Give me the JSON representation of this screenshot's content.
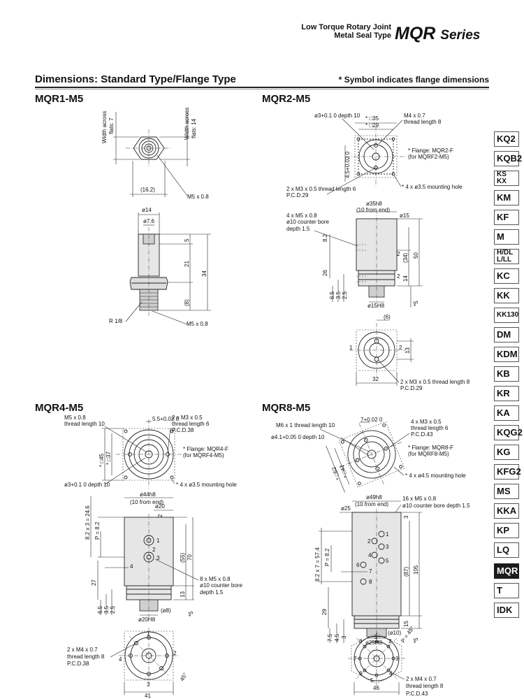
{
  "header": {
    "subtitle_line1": "Low Torque Rotary Joint",
    "subtitle_line2": "Metal Seal Type",
    "series_code": "MQR",
    "series_word": "Series"
  },
  "section": {
    "title": "Dimensions: Standard Type/Flange Type",
    "note": "* Symbol indicates flange dimensions"
  },
  "models": {
    "mqr1": {
      "title": "MQR1-M5",
      "width_across_left": "Width across",
      "flats_left": "flats: 7",
      "width_across_right": "Width across",
      "flats_right": "flats: 14",
      "dim_162": "(16.2)",
      "port_m5_top": "M5 x 0.8",
      "dim_14": "ø14",
      "dim_76": "ø7.6",
      "dim_5": "5",
      "dim_21": "21",
      "dim_34": "34",
      "dim_8": "(8)",
      "thread_r18": "R 1/8",
      "port_m5_bottom": "M5 x 0.8"
    },
    "mqr2": {
      "title": "MQR2-M5",
      "hole_depth": "ø3+0.1 0 depth 10",
      "sq35": "* □35",
      "sq29": "* □29",
      "m4": "M4 x 0.7",
      "m4_len": "thread length 8",
      "dim_45": "4.5+0.02 0",
      "flange": "* Flange: MQR2-F",
      "flange_for": "(for MQRF2-M5)",
      "m3": "2 x M3 x 0.5 thread length 6",
      "pcd": "P.C.D.29",
      "mount": "* 4 x ø3.5 mounting hole",
      "dim_35h8": "ø35h8",
      "dim_10fe": "(10 from end)",
      "dim_15": "ø15",
      "m5": "4 x M5 x 0.8",
      "cbore": "ø10 counter bore",
      "cbore_depth": "depth 1.5",
      "dim_82": "8.2",
      "dim_26": "26",
      "dim_34p": "(34)",
      "dim_50": "50",
      "dim_14": "14",
      "dim_2a": "2",
      "dim_2b": "2",
      "dim_65": "6.5",
      "dim_35": "3.5",
      "dim_25": "2.5",
      "dim_15h8": "ø15H8",
      "dim_star5": "*5",
      "dim_6": "(6)",
      "dim_13": "13",
      "dim_32": "32",
      "m3_bottom": "2 x M3 x 0.5 thread length 8",
      "pcd_bottom": "P.C.D.29",
      "port1": "1",
      "port2": "2"
    },
    "mqr4": {
      "title": "MQR4-M5",
      "m5": "M5 x 0.8",
      "m5_len": "thread length 10",
      "dim_55": "5.5+0.02 0",
      "m3": "2 x M3 x 0.5",
      "m3_len": "thread length 6",
      "pcd": "P.C.D.38",
      "sq45": "* □45",
      "sq37": "* □37",
      "flange": "* Flange: MQR4-F",
      "flange_for": "(for MQRF4-M5)",
      "hole_depth": "ø3+0.1 0 depth 10",
      "mount": "* 4 x ø3.5 mounting hole",
      "dim_44h8": "ø44h8",
      "dim_10fe": "(10 from end)",
      "dim_20": "ø20",
      "dim_2": "2",
      "dim_246": "8.2 x 3 = 24.6",
      "dim_p82": "P = 8.2",
      "dim_55p": "(55)",
      "dim_70": "70",
      "dim_27": "27",
      "dim_13": "13",
      "m5_8": "8 x M5 x 0.8",
      "cbore": "ø10 counter bore",
      "cbore_depth": "depth 1.5",
      "dim_65": "6.5",
      "dim_35": "3.5",
      "dim_25": "2.5",
      "dim_8": "(ø8)",
      "dim_20h8": "ø20H8",
      "dim_star5": "*5",
      "m4": "2 x M4 x 0.7",
      "m4_len": "thread length 8",
      "pcd_bottom": "P.C.D.38",
      "dim_45deg": "45°",
      "dim_41": "41",
      "port1": "1",
      "port2": "2",
      "port3": "3",
      "port4": "4"
    },
    "mqr8": {
      "title": "MQR8-M5",
      "m6": "M6 x 1 thread length 10",
      "dim_41": "ø4.1+0.05 0 depth 10",
      "dim_7": "7+0.02 0",
      "m3": "4 x M3 x 0.5",
      "m3_len": "thread length 6",
      "pcd": "P.C.D.43",
      "flange": "* Flange: MQR8-F",
      "flange_for": "(for MQRF8-M5)",
      "mount": "* 4 x ø4.5 mounting hole",
      "sq": "* □52",
      "sq2": "* □42",
      "dim_49h8": "ø49h8",
      "dim_10fe": "(10 from end)",
      "dim_25": "ø25",
      "m5_16": "16 x M5 x 0.8",
      "cbore": "ø10 counter bore depth 1.5",
      "dim_3": "3",
      "dim_574": "8.2 x 7 = 57.4",
      "dim_p82": "P = 8.2",
      "dim_87": "(87)",
      "dim_105": "105",
      "dim_29": "29",
      "dim_15": "15",
      "dim_75": "7.5",
      "dim_45": "4.5",
      "dim_3b": "3",
      "dim_10": "(ø10)",
      "dim_25h8": "ø25H8",
      "dim_star5": "*5",
      "dim_45deg": "P = 45°",
      "m4": "2 x M4 x 0.7",
      "m4_len": "thread length 8",
      "pcd_bottom": "P.C.D.43",
      "dim_46": "46",
      "port1": "1",
      "port2": "2",
      "port3": "3",
      "port4": "4",
      "port5": "5",
      "port6": "6",
      "port7": "7",
      "port8": "8"
    }
  },
  "tabs": [
    "KQ2",
    "KQB2",
    "KS KX",
    "KM",
    "KF",
    "M",
    "H/DL L/LL",
    "KC",
    "KK",
    "KK130",
    "DM",
    "KDM",
    "KB",
    "KR",
    "KA",
    "KQG2",
    "KG",
    "KFG2",
    "MS",
    "KKA",
    "KP",
    "LQ",
    "MQR",
    "T",
    "IDK"
  ],
  "active_tab": "MQR"
}
